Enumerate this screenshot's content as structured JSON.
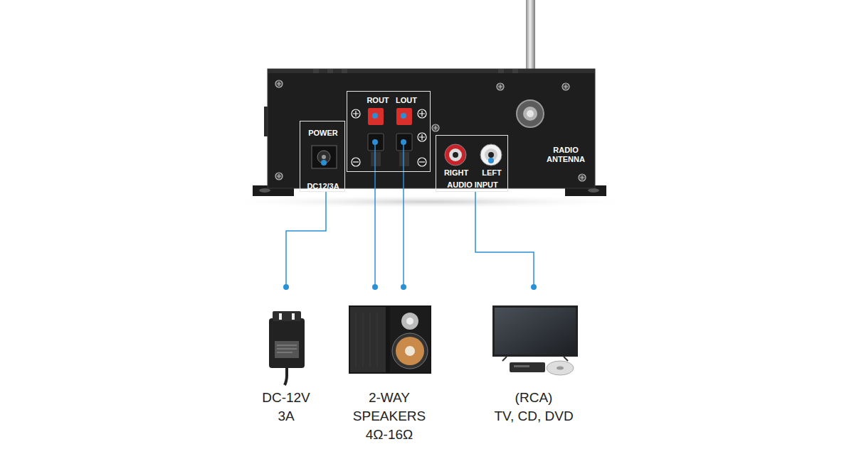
{
  "diagram": {
    "nodes": [
      {
        "text": [
          "POWER",
          "DC12/3A"
        ]
      },
      {
        "text": [
          "ROUT",
          "LOUT"
        ]
      },
      {
        "text": [
          "RIGHT",
          "LEFT",
          "AUDIO INPUT"
        ]
      },
      {
        "text": [
          "DC-12V",
          "3A"
        ]
      },
      {
        "text": [
          "2-WAY",
          "SPEAKERS",
          "4Ω-16Ω"
        ]
      },
      {
        "text": [
          "(RCA)",
          "TV, CD, DVD"
        ]
      }
    ],
    "edges": [
      {
        "from": 0,
        "to": 3,
        "arrow": "none"
      },
      {
        "from": 1,
        "to": 4,
        "arrow": "none"
      },
      {
        "from": 1,
        "to": 4,
        "arrow": "none"
      },
      {
        "from": 2,
        "to": 5,
        "arrow": "none"
      }
    ],
    "labels": [
      "RADIO ANTENNA"
    ]
  }
}
